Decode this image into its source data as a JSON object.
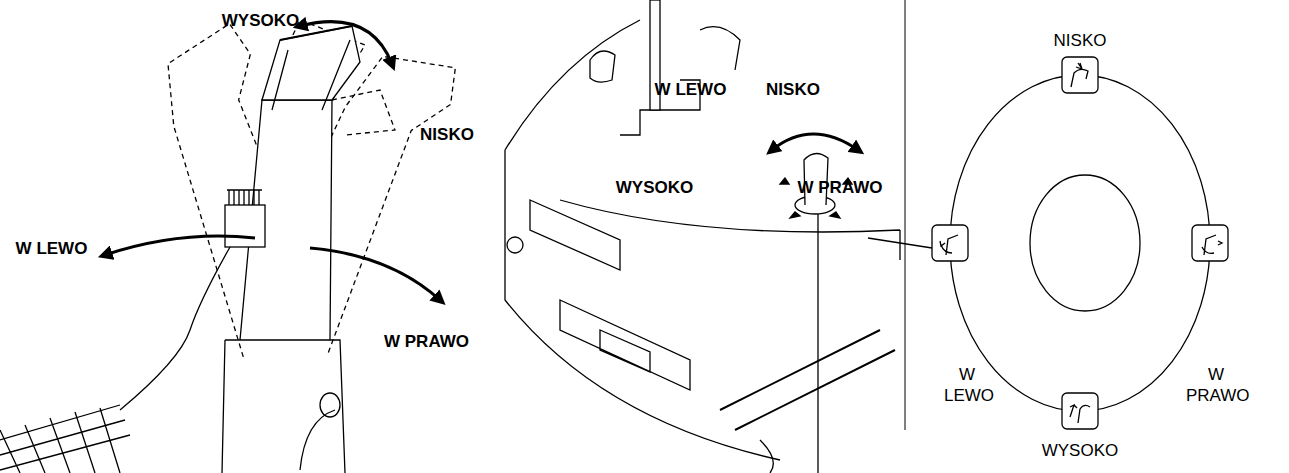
{
  "diagram": {
    "labels": [
      "WYSOKO",
      "NISKO",
      "W LEWO",
      "W PRAWO",
      "W LEWO",
      "NISKO",
      "WYSOKO",
      "W PRAWO",
      "NISKO",
      "W LEWO",
      "W PRAWO",
      "WYSOKO"
    ]
  }
}
